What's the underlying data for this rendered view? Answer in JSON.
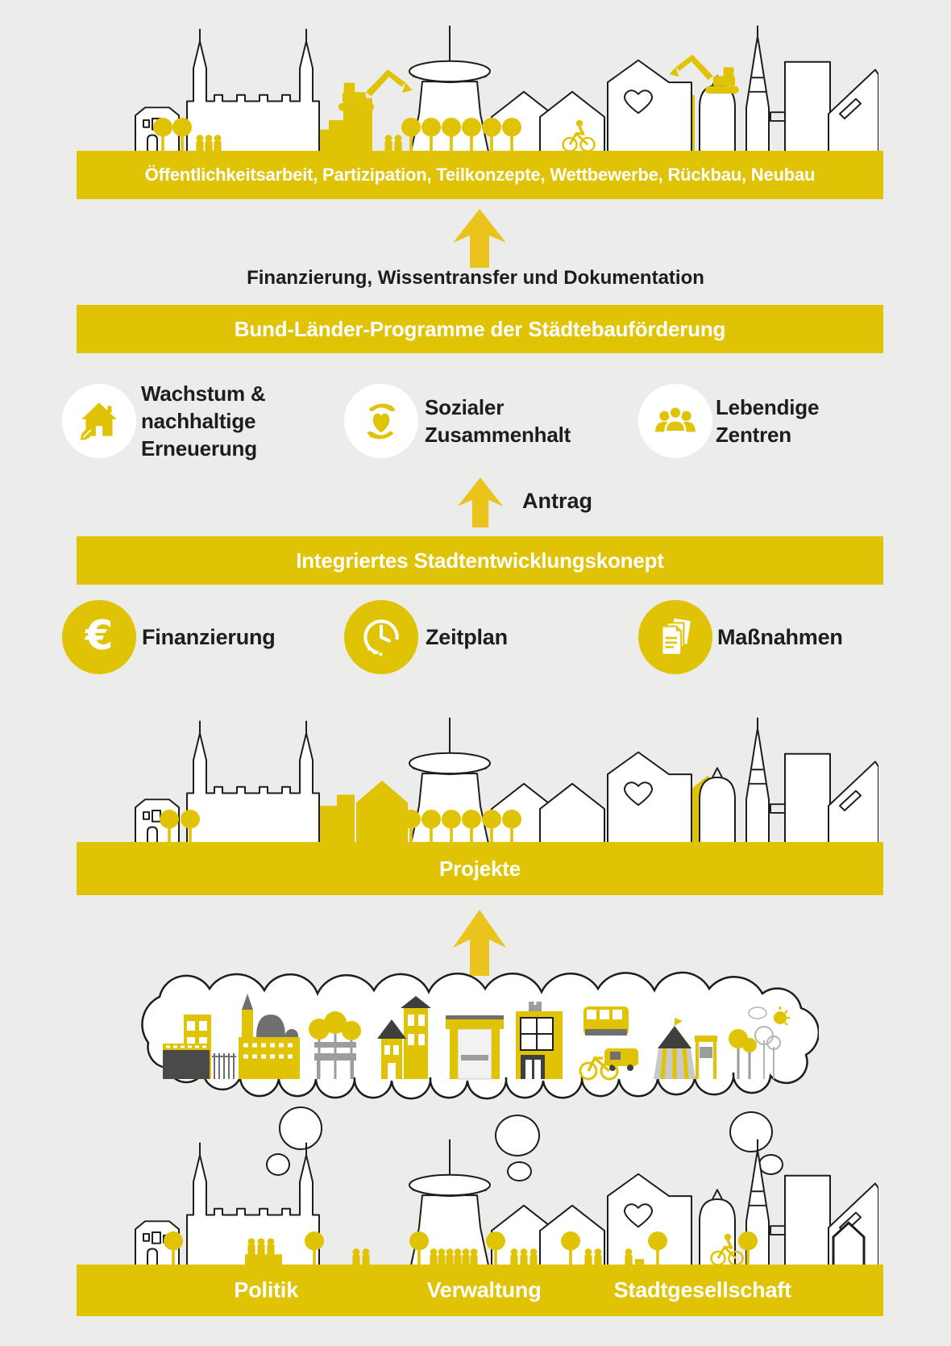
{
  "title": "Städtebauförderung Prozess-Schaubild",
  "colors": {
    "banner_yellow": "#E0C305",
    "arrow_yellow": "#EAC41C",
    "background_gray": "#ECECEA",
    "text_black": "#1D1D1B",
    "text_white": "#FFFFFF"
  },
  "banners": {
    "public_work": "Öffentlichkeitsarbeit, Partizipation, Teilkonzepte, Wettbewerbe, Rückbau, Neubau",
    "federal_programs": "Bund-Länder-Programme der Städtebauförderung",
    "integrated_concept": "Integriertes Stadtentwicklungskonept",
    "projects": "Projekte"
  },
  "arrows": {
    "funding_label": "Finanzierung, Wissentransfer und Dokumentation",
    "application_label": "Antrag",
    "icon": "arrow-up-icon"
  },
  "program_goals": [
    {
      "icon": "house-leaf-icon",
      "label": "Wachstum &\nnachhaltige\nErneuerung"
    },
    {
      "icon": "hands-heart-icon",
      "label": "Sozialer\nZusammenhalt"
    },
    {
      "icon": "people-group-icon",
      "label": "Lebendige\nZentren"
    }
  ],
  "concept_items": [
    {
      "icon": "euro-icon",
      "glyph": "€",
      "label": "Finanzierung"
    },
    {
      "icon": "clock-icon",
      "label": "Zeitplan"
    },
    {
      "icon": "documents-icon",
      "label": "Maßnahmen"
    }
  ],
  "society_labels": [
    "Politik",
    "Verwaltung",
    "Stadtgesellschaft"
  ],
  "cloud_vignettes": [
    "industry-site",
    "townhall-church",
    "park-bench",
    "housing",
    "kiosk-shop",
    "community-building",
    "bus-car-bike",
    "circus-playground",
    "trees-sun"
  ],
  "skylines": [
    "city-under-construction",
    "city-with-projects",
    "city-society-outline"
  ]
}
